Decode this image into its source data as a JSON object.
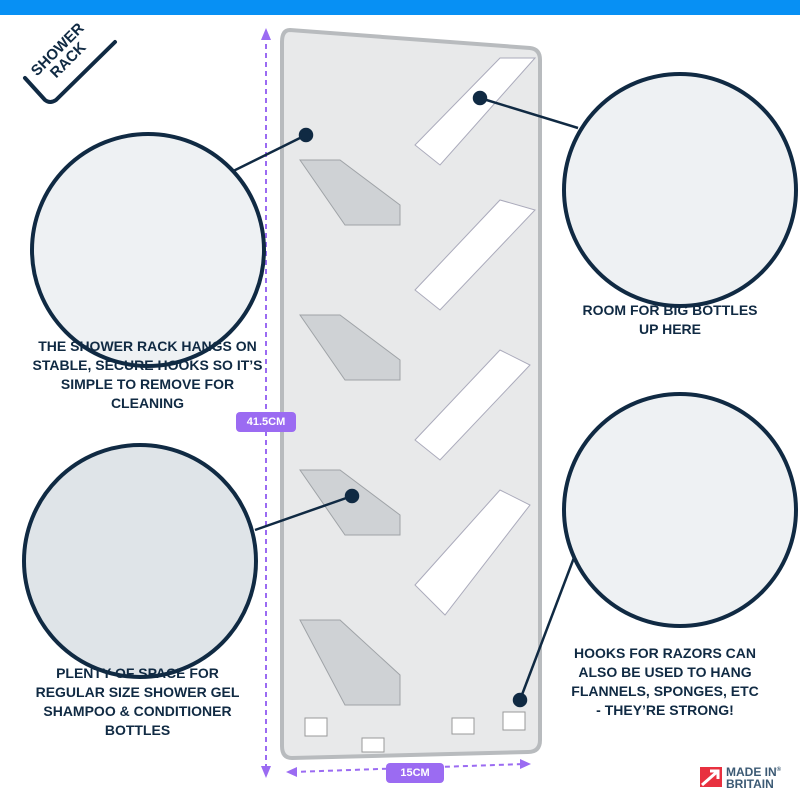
{
  "logo": {
    "line1": "SHOWER",
    "line2": "RACK"
  },
  "captions": {
    "hooks": "THE SHOWER RACK HANGS ON STABLE, SECURE HOOKS SO IT’S SIMPLE TO REMOVE FOR CLEANING",
    "space": "PLENTY OF SPACE FOR REGULAR SIZE SHOWER GEL SHAMPOO & CONDITIONER BOTTLES",
    "bottles": "ROOM FOR BIG BOTTLES UP HERE",
    "razors": "HOOKS FOR RAZORS CAN ALSO BE USED TO HANG FLANNELS, SPONGES, ETC - THEY’RE STRONG!"
  },
  "dimensions": {
    "height": "41.5CM",
    "width": "15CM"
  },
  "badge": {
    "line1": "MADE IN",
    "line2": "BRITAIN",
    "mark": "®"
  },
  "colors": {
    "bar": "#0790f4",
    "navy": "#102a43",
    "purple": "#9b6bf2"
  }
}
